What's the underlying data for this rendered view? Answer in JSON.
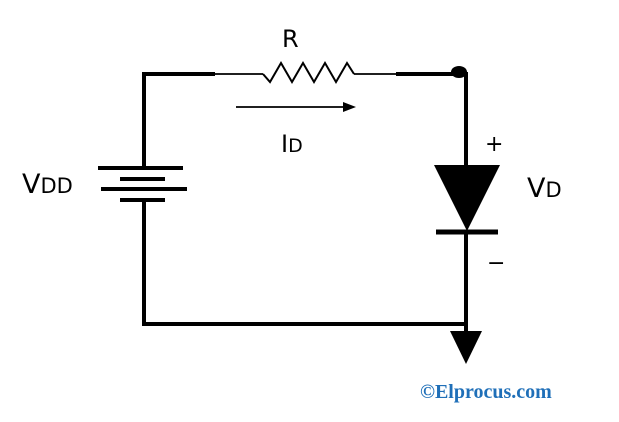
{
  "diagram": {
    "title": "Diode circuit with series resistor",
    "labels": {
      "resistor": "R",
      "current_main": "I",
      "current_sub": "D",
      "source_main": "V",
      "source_sub": "DD",
      "diode_voltage_main": "V",
      "diode_voltage_sub": "D",
      "plus": "+",
      "minus": "−"
    },
    "components": [
      {
        "type": "dc-voltage-source",
        "label": "VDD"
      },
      {
        "type": "resistor",
        "label": "R"
      },
      {
        "type": "diode",
        "label": "VD",
        "polarity": [
          "+",
          "-"
        ]
      },
      {
        "type": "ground"
      },
      {
        "type": "current-arrow",
        "label": "ID",
        "direction": "right"
      }
    ],
    "watermark": "©Elprocus.com",
    "colors": {
      "wire": "#000000",
      "watermark": "#1f6fb8",
      "background": "#ffffff"
    }
  }
}
